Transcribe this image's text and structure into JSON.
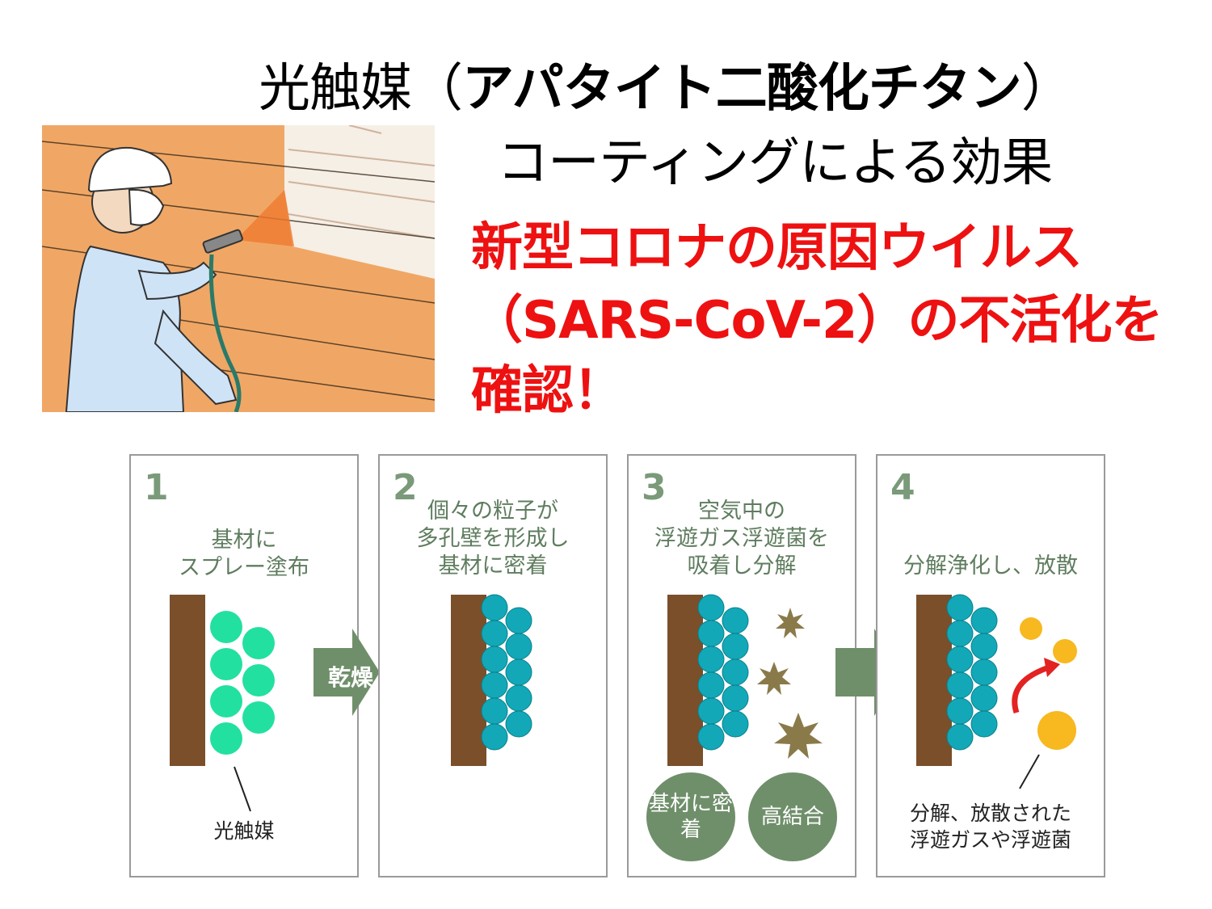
{
  "heading": {
    "line1_regular": "光触媒（",
    "line1_bold": "アパタイト二酸化チタン",
    "line1_end": "）",
    "line2": "コーティングによる効果"
  },
  "announcement": {
    "line1": "新型コロナの原因ウイルス",
    "line2": "（SARS-CoV-2）の不活化を",
    "line3": "確認！"
  },
  "steps": [
    {
      "number": "1",
      "text": [
        "基材に",
        "スプレー塗布"
      ],
      "caption": [
        "光触媒"
      ]
    },
    {
      "number": "2",
      "text": [
        "個々の粒子が",
        "多孔壁を形成し",
        "基材に密着"
      ]
    },
    {
      "number": "3",
      "text": [
        "空気中の",
        "浮遊ガス浮遊菌を",
        "吸着し分解"
      ],
      "badges": [
        "基材に密着",
        "高結合"
      ]
    },
    {
      "number": "4",
      "text": [
        "分解浄化し、放散"
      ],
      "caption": [
        "分解、放散された",
        "浮遊ガスや浮遊菌"
      ]
    }
  ],
  "arrow_label": "乾燥",
  "colors": {
    "red": "#ee1111",
    "green_text": "#5f7d5f",
    "arrow_green": "#6f8f6a",
    "substrate_brown": "#7a4f2a",
    "wet_particle": "#22e0a0",
    "dry_particle": "#12a8b8",
    "germ": "#8a7a4a",
    "decomposed": "#f7b820"
  }
}
